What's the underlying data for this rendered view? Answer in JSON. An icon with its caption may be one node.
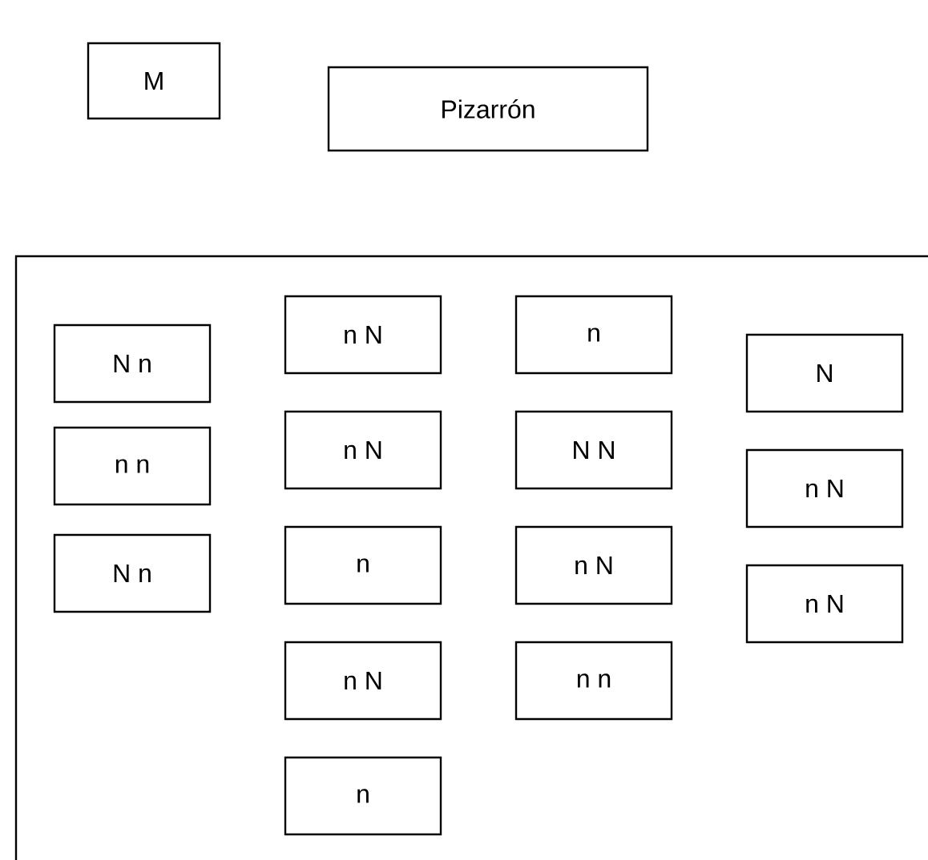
{
  "diagram": {
    "nodes": [
      {
        "text": [
          "M"
        ]
      },
      {
        "text": [
          "Pizarrón"
        ]
      },
      {
        "text": [
          "N n"
        ]
      },
      {
        "text": [
          "n n"
        ]
      },
      {
        "text": [
          "N n"
        ]
      },
      {
        "text": [
          "n N"
        ]
      },
      {
        "text": [
          "n N"
        ]
      },
      {
        "text": [
          "n"
        ]
      },
      {
        "text": [
          "n N"
        ]
      },
      {
        "text": [
          "n"
        ]
      },
      {
        "text": [
          "n"
        ]
      },
      {
        "text": [
          "N N"
        ]
      },
      {
        "text": [
          "n N"
        ]
      },
      {
        "text": [
          "n n"
        ]
      },
      {
        "text": [
          "N"
        ]
      },
      {
        "text": [
          "n N"
        ]
      },
      {
        "text": [
          "n N"
        ]
      }
    ]
  }
}
